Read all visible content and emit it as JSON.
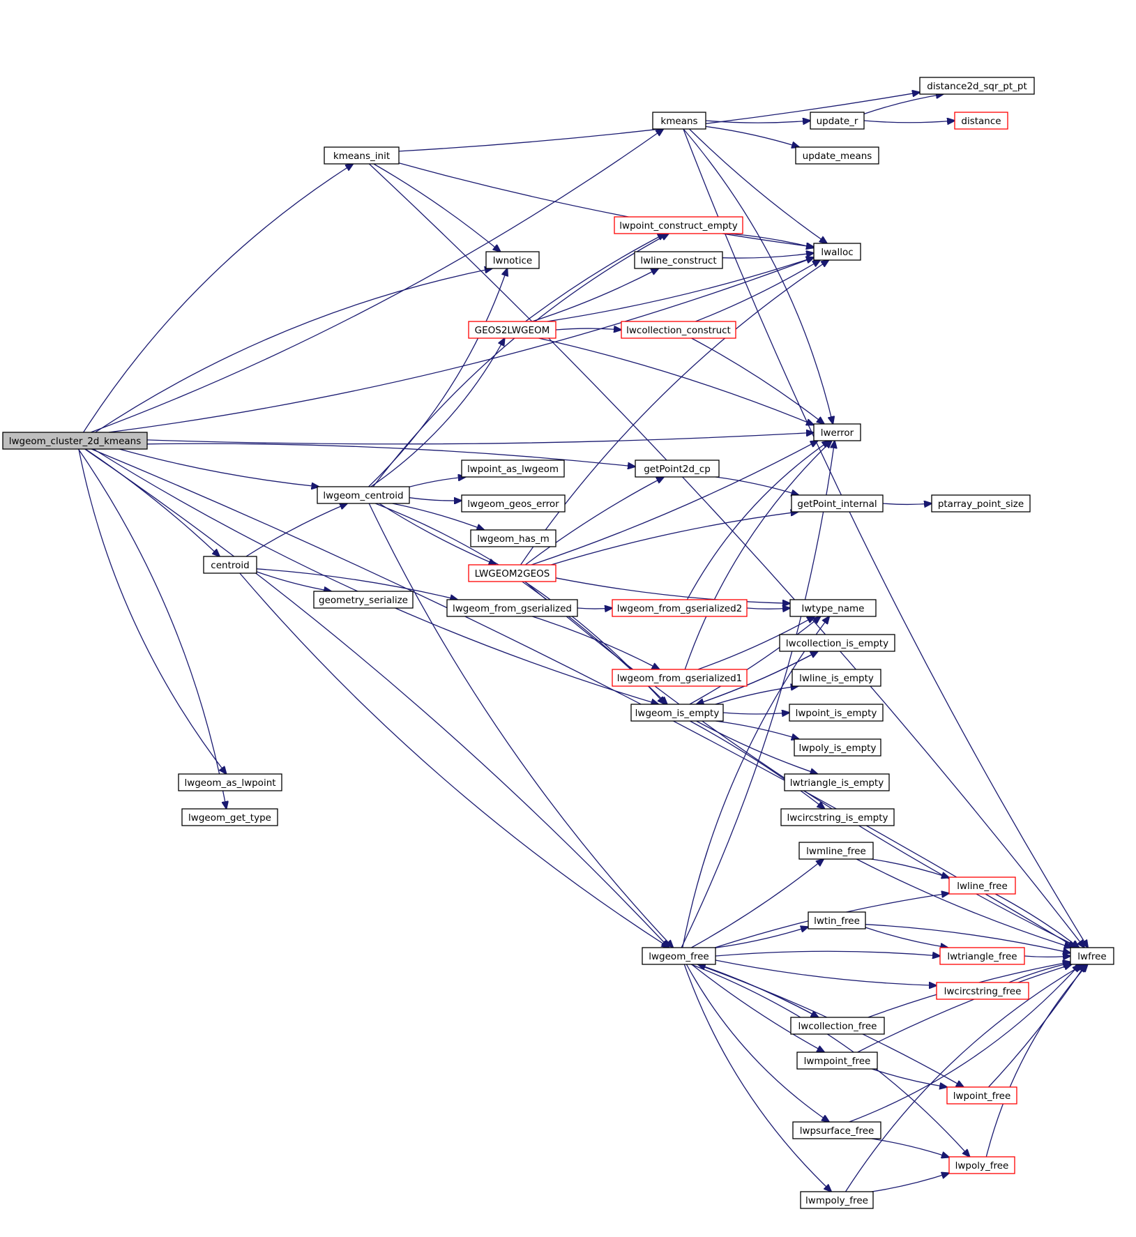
{
  "diagram": {
    "type": "call-graph",
    "colors": {
      "edge": "#191970",
      "normal_border": "#000000",
      "truncated_border": "#ff0000",
      "root_fill": "#bfbfbf"
    },
    "nodes": [
      {
        "id": "lwgeom_cluster_2d_kmeans",
        "label": "lwgeom_cluster_2d_kmeans",
        "style": "root"
      },
      {
        "id": "lwfree",
        "label": "lwfree",
        "style": "normal"
      },
      {
        "id": "distance2d_sqr_pt_pt",
        "label": "distance2d_sqr_pt_pt",
        "style": "normal"
      },
      {
        "id": "kmeans",
        "label": "kmeans",
        "style": "normal"
      },
      {
        "id": "update_r",
        "label": "update_r",
        "style": "normal"
      },
      {
        "id": "distance",
        "label": "distance",
        "style": "red"
      },
      {
        "id": "kmeans_init",
        "label": "kmeans_init",
        "style": "normal"
      },
      {
        "id": "update_means",
        "label": "update_means",
        "style": "normal"
      },
      {
        "id": "lwpoint_construct_empty",
        "label": "lwpoint_construct_empty",
        "style": "red"
      },
      {
        "id": "lwalloc",
        "label": "lwalloc",
        "style": "normal"
      },
      {
        "id": "lwnotice",
        "label": "lwnotice",
        "style": "normal"
      },
      {
        "id": "lwline_construct",
        "label": "lwline_construct",
        "style": "normal"
      },
      {
        "id": "GEOS2LWGEOM",
        "label": "GEOS2LWGEOM",
        "style": "red"
      },
      {
        "id": "lwcollection_construct",
        "label": "lwcollection_construct",
        "style": "red"
      },
      {
        "id": "lwerror",
        "label": "lwerror",
        "style": "normal"
      },
      {
        "id": "getPoint2d_cp",
        "label": "getPoint2d_cp",
        "style": "normal"
      },
      {
        "id": "lwpoint_as_lwgeom",
        "label": "lwpoint_as_lwgeom",
        "style": "normal"
      },
      {
        "id": "lwgeom_centroid",
        "label": "lwgeom_centroid",
        "style": "normal"
      },
      {
        "id": "lwgeom_geos_error",
        "label": "lwgeom_geos_error",
        "style": "normal"
      },
      {
        "id": "getPoint_internal",
        "label": "getPoint_internal",
        "style": "normal"
      },
      {
        "id": "ptarray_point_size",
        "label": "ptarray_point_size",
        "style": "normal"
      },
      {
        "id": "lwgeom_has_m",
        "label": "lwgeom_has_m",
        "style": "normal"
      },
      {
        "id": "centroid",
        "label": "centroid",
        "style": "normal"
      },
      {
        "id": "LWGEOM2GEOS",
        "label": "LWGEOM2GEOS",
        "style": "red"
      },
      {
        "id": "geometry_serialize",
        "label": "geometry_serialize",
        "style": "normal"
      },
      {
        "id": "lwgeom_from_gserialized",
        "label": "lwgeom_from_gserialized",
        "style": "normal"
      },
      {
        "id": "lwgeom_from_gserialized2",
        "label": "lwgeom_from_gserialized2",
        "style": "red"
      },
      {
        "id": "lwtype_name",
        "label": "lwtype_name",
        "style": "normal"
      },
      {
        "id": "lwcollection_is_empty",
        "label": "lwcollection_is_empty",
        "style": "normal"
      },
      {
        "id": "lwgeom_from_gserialized1",
        "label": "lwgeom_from_gserialized1",
        "style": "red"
      },
      {
        "id": "lwline_is_empty",
        "label": "lwline_is_empty",
        "style": "normal"
      },
      {
        "id": "lwgeom_is_empty",
        "label": "lwgeom_is_empty",
        "style": "normal"
      },
      {
        "id": "lwpoint_is_empty",
        "label": "lwpoint_is_empty",
        "style": "normal"
      },
      {
        "id": "lwpoly_is_empty",
        "label": "lwpoly_is_empty",
        "style": "normal"
      },
      {
        "id": "lwgeom_as_lwpoint",
        "label": "lwgeom_as_lwpoint",
        "style": "normal"
      },
      {
        "id": "lwtriangle_is_empty",
        "label": "lwtriangle_is_empty",
        "style": "normal"
      },
      {
        "id": "lwgeom_get_type",
        "label": "lwgeom_get_type",
        "style": "normal"
      },
      {
        "id": "lwcircstring_is_empty",
        "label": "lwcircstring_is_empty",
        "style": "normal"
      },
      {
        "id": "lwmline_free",
        "label": "lwmline_free",
        "style": "normal"
      },
      {
        "id": "lwline_free",
        "label": "lwline_free",
        "style": "red"
      },
      {
        "id": "lwtin_free",
        "label": "lwtin_free",
        "style": "normal"
      },
      {
        "id": "lwgeom_free",
        "label": "lwgeom_free",
        "style": "normal"
      },
      {
        "id": "lwtriangle_free",
        "label": "lwtriangle_free",
        "style": "red"
      },
      {
        "id": "lwcircstring_free",
        "label": "lwcircstring_free",
        "style": "red"
      },
      {
        "id": "lwcollection_free",
        "label": "lwcollection_free",
        "style": "normal"
      },
      {
        "id": "lwmpoint_free",
        "label": "lwmpoint_free",
        "style": "normal"
      },
      {
        "id": "lwpoint_free",
        "label": "lwpoint_free",
        "style": "red"
      },
      {
        "id": "lwpsurface_free",
        "label": "lwpsurface_free",
        "style": "normal"
      },
      {
        "id": "lwpoly_free",
        "label": "lwpoly_free",
        "style": "red"
      },
      {
        "id": "lwmpoly_free",
        "label": "lwmpoly_free",
        "style": "normal"
      }
    ],
    "edges": [
      [
        "lwgeom_cluster_2d_kmeans",
        "lwfree"
      ],
      [
        "lwgeom_cluster_2d_kmeans",
        "kmeans"
      ],
      [
        "lwgeom_cluster_2d_kmeans",
        "kmeans_init"
      ],
      [
        "lwgeom_cluster_2d_kmeans",
        "lwalloc"
      ],
      [
        "lwgeom_cluster_2d_kmeans",
        "lwnotice"
      ],
      [
        "lwgeom_cluster_2d_kmeans",
        "lwerror"
      ],
      [
        "lwgeom_cluster_2d_kmeans",
        "getPoint2d_cp"
      ],
      [
        "lwgeom_cluster_2d_kmeans",
        "lwgeom_centroid"
      ],
      [
        "lwgeom_cluster_2d_kmeans",
        "centroid"
      ],
      [
        "lwgeom_cluster_2d_kmeans",
        "lwgeom_is_empty"
      ],
      [
        "lwgeom_cluster_2d_kmeans",
        "lwgeom_free"
      ],
      [
        "lwgeom_cluster_2d_kmeans",
        "lwgeom_as_lwpoint"
      ],
      [
        "lwgeom_cluster_2d_kmeans",
        "lwgeom_get_type"
      ],
      [
        "kmeans_init",
        "distance2d_sqr_pt_pt"
      ],
      [
        "kmeans_init",
        "lwfree"
      ],
      [
        "kmeans_init",
        "lwalloc"
      ],
      [
        "kmeans_init",
        "lwnotice"
      ],
      [
        "kmeans",
        "update_r"
      ],
      [
        "kmeans",
        "update_means"
      ],
      [
        "kmeans",
        "lwalloc"
      ],
      [
        "kmeans",
        "lwerror"
      ],
      [
        "kmeans",
        "lwfree"
      ],
      [
        "update_r",
        "distance2d_sqr_pt_pt"
      ],
      [
        "update_r",
        "distance"
      ],
      [
        "lwpoint_construct_empty",
        "lwalloc"
      ],
      [
        "lwline_construct",
        "lwalloc"
      ],
      [
        "GEOS2LWGEOM",
        "lwpoint_construct_empty"
      ],
      [
        "GEOS2LWGEOM",
        "lwline_construct"
      ],
      [
        "GEOS2LWGEOM",
        "lwcollection_construct"
      ],
      [
        "GEOS2LWGEOM",
        "lwalloc"
      ],
      [
        "GEOS2LWGEOM",
        "lwerror"
      ],
      [
        "lwcollection_construct",
        "lwalloc"
      ],
      [
        "lwcollection_construct",
        "lwerror"
      ],
      [
        "lwgeom_centroid",
        "GEOS2LWGEOM"
      ],
      [
        "lwgeom_centroid",
        "lwpoint_construct_empty"
      ],
      [
        "lwgeom_centroid",
        "lwnotice"
      ],
      [
        "lwgeom_centroid",
        "lwpoint_as_lwgeom"
      ],
      [
        "lwgeom_centroid",
        "lwgeom_geos_error"
      ],
      [
        "lwgeom_centroid",
        "lwgeom_has_m"
      ],
      [
        "lwgeom_centroid",
        "LWGEOM2GEOS"
      ],
      [
        "lwgeom_centroid",
        "lwgeom_is_empty"
      ],
      [
        "lwgeom_centroid",
        "lwgeom_free"
      ],
      [
        "centroid",
        "lwgeom_centroid"
      ],
      [
        "centroid",
        "geometry_serialize"
      ],
      [
        "centroid",
        "lwgeom_from_gserialized"
      ],
      [
        "centroid",
        "lwgeom_free"
      ],
      [
        "getPoint2d_cp",
        "getPoint_internal"
      ],
      [
        "getPoint_internal",
        "ptarray_point_size"
      ],
      [
        "LWGEOM2GEOS",
        "getPoint2d_cp"
      ],
      [
        "LWGEOM2GEOS",
        "lwerror"
      ],
      [
        "LWGEOM2GEOS",
        "getPoint_internal"
      ],
      [
        "LWGEOM2GEOS",
        "lwfree"
      ],
      [
        "LWGEOM2GEOS",
        "lwalloc"
      ],
      [
        "LWGEOM2GEOS",
        "lwtype_name"
      ],
      [
        "LWGEOM2GEOS",
        "lwgeom_is_empty"
      ],
      [
        "lwgeom_from_gserialized",
        "lwgeom_from_gserialized2"
      ],
      [
        "lwgeom_from_gserialized",
        "lwgeom_from_gserialized1"
      ],
      [
        "lwgeom_from_gserialized2",
        "lwtype_name"
      ],
      [
        "lwgeom_from_gserialized2",
        "lwerror"
      ],
      [
        "lwgeom_from_gserialized1",
        "lwtype_name"
      ],
      [
        "lwgeom_from_gserialized1",
        "lwerror"
      ],
      [
        "lwgeom_is_empty",
        "lwcollection_is_empty"
      ],
      [
        "lwgeom_is_empty",
        "lwline_is_empty"
      ],
      [
        "lwgeom_is_empty",
        "lwpoint_is_empty"
      ],
      [
        "lwgeom_is_empty",
        "lwpoly_is_empty"
      ],
      [
        "lwgeom_is_empty",
        "lwtriangle_is_empty"
      ],
      [
        "lwgeom_is_empty",
        "lwcircstring_is_empty"
      ],
      [
        "lwgeom_is_empty",
        "lwtype_name"
      ],
      [
        "lwcollection_is_empty",
        "lwgeom_is_empty"
      ],
      [
        "lwgeom_free",
        "lwerror"
      ],
      [
        "lwgeom_free",
        "lwtype_name"
      ],
      [
        "lwgeom_free",
        "lwmline_free"
      ],
      [
        "lwgeom_free",
        "lwline_free"
      ],
      [
        "lwgeom_free",
        "lwtin_free"
      ],
      [
        "lwgeom_free",
        "lwtriangle_free"
      ],
      [
        "lwgeom_free",
        "lwcircstring_free"
      ],
      [
        "lwgeom_free",
        "lwcollection_free"
      ],
      [
        "lwgeom_free",
        "lwmpoint_free"
      ],
      [
        "lwgeom_free",
        "lwpoint_free"
      ],
      [
        "lwgeom_free",
        "lwpsurface_free"
      ],
      [
        "lwgeom_free",
        "lwpoly_free"
      ],
      [
        "lwgeom_free",
        "lwmpoly_free"
      ],
      [
        "lwmline_free",
        "lwline_free"
      ],
      [
        "lwmline_free",
        "lwfree"
      ],
      [
        "lwline_free",
        "lwfree"
      ],
      [
        "lwtin_free",
        "lwtriangle_free"
      ],
      [
        "lwtin_free",
        "lwfree"
      ],
      [
        "lwtriangle_free",
        "lwfree"
      ],
      [
        "lwcircstring_free",
        "lwfree"
      ],
      [
        "lwcollection_free",
        "lwgeom_free"
      ],
      [
        "lwcollection_free",
        "lwfree"
      ],
      [
        "lwmpoint_free",
        "lwpoint_free"
      ],
      [
        "lwmpoint_free",
        "lwfree"
      ],
      [
        "lwpoint_free",
        "lwfree"
      ],
      [
        "lwpsurface_free",
        "lwpoly_free"
      ],
      [
        "lwpsurface_free",
        "lwfree"
      ],
      [
        "lwpoly_free",
        "lwfree"
      ],
      [
        "lwmpoly_free",
        "lwpoly_free"
      ],
      [
        "lwmpoly_free",
        "lwfree"
      ]
    ]
  }
}
